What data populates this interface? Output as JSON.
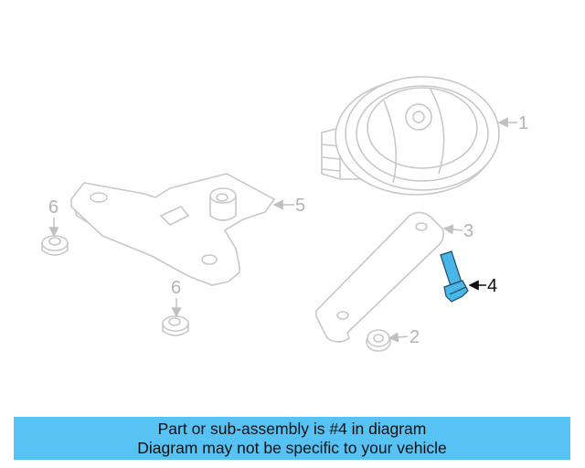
{
  "callouts": {
    "horn": "1",
    "nut_small": "2",
    "bracket": "3",
    "bolt": "4",
    "mount_bracket": "5",
    "grommet_left": "6",
    "grommet_mid": "6"
  },
  "highlight": {
    "callout": "4",
    "color": "#4ab6e8"
  },
  "colors": {
    "line": "#c8c8c8",
    "banner_bg": "#57c3f5"
  },
  "banner": {
    "line1": "Part or sub-assembly is #4 in diagram",
    "line2": "Diagram may not be specific to your vehicle"
  }
}
